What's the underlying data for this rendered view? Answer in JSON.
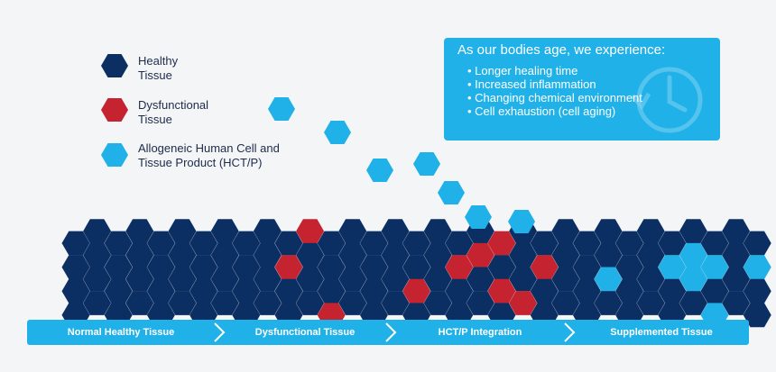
{
  "colors": {
    "healthy": "#0c2f63",
    "dysfunctional": "#c4232f",
    "hctp": "#1fb1e8",
    "background": "#f4f5f7",
    "bar": "#1fb1e8"
  },
  "legend": [
    {
      "label": "Healthy\nTissue",
      "color_key": "healthy"
    },
    {
      "label": "Dysfunctional\nTissue",
      "color_key": "dysfunctional"
    },
    {
      "label": "Allogeneic Human Cell and\nTissue Product (HCT/P)",
      "color_key": "hctp"
    }
  ],
  "callout": {
    "heading": "As our bodies age, we experience:",
    "items": [
      "Longer healing time",
      "Increased inflammation",
      "Changing chemical environment",
      "Cell exhaustion (cell aging)"
    ],
    "icon": "clock-icon"
  },
  "stages": [
    "Normal Healthy Tissue",
    "Dysfunctional Tissue",
    "HCT/P Integration",
    "Supplemented Tissue"
  ],
  "honeycomb": {
    "rows": [
      "HHHHHHHHHHHDHHHHHHHHDHHHHHHHHHHHH",
      "HHHHHHHHHHDHHHHHHHDDHHDHHHHHCCCHC",
      "HHHHHHHHHHHHHHHHDHHHDHHHHCHHHCHHH",
      "HHHHHHHHHHHHDHHHHHHHHDHHHHHHHHCHH"
    ]
  }
}
